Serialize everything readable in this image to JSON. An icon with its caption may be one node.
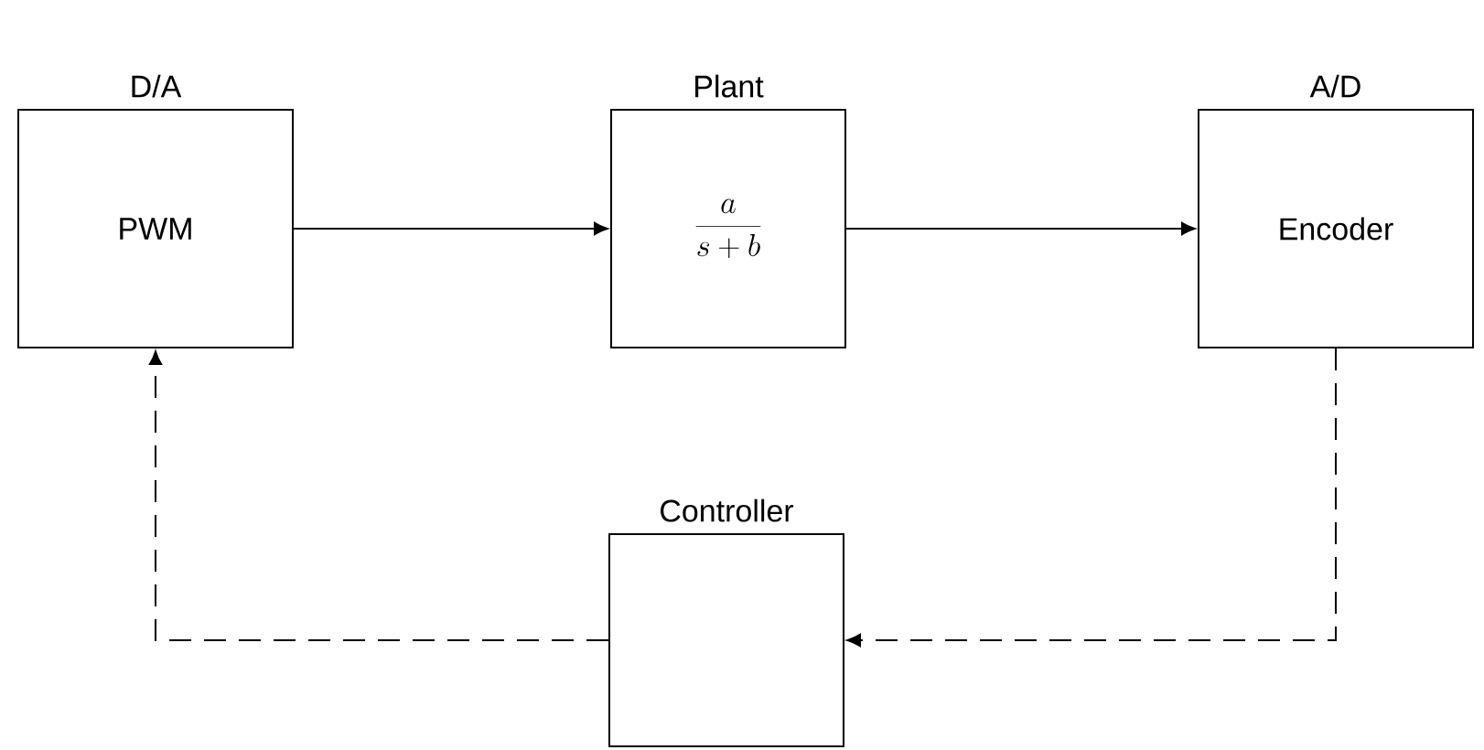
{
  "diagram": {
    "nodes": [
      {
        "text": [
          "D/A",
          "PWM"
        ]
      },
      {
        "text": [
          "Plant",
          "\\frac{a}{s+b}"
        ]
      },
      {
        "text": [
          "A/D",
          "Encoder"
        ]
      },
      {
        "text": [
          "Controller"
        ]
      }
    ],
    "edges": [
      {
        "from": 0,
        "to": 1,
        "arrow": "to"
      },
      {
        "from": 1,
        "to": 2,
        "arrow": "to"
      },
      {
        "from": 2,
        "to": 3,
        "arrow": "to",
        "style": "dashed"
      },
      {
        "from": 3,
        "to": 0,
        "arrow": "to",
        "style": "dashed"
      }
    ]
  }
}
